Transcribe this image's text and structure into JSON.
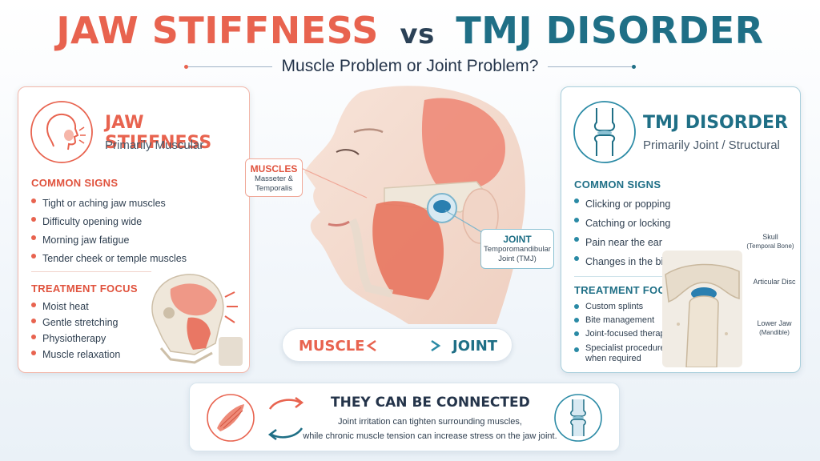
{
  "header": {
    "title_left": "JAW STIFFNESS",
    "title_vs": "vs",
    "title_right": "TMJ DISORDER",
    "subtitle": "Muscle Problem or Joint Problem?"
  },
  "left_panel": {
    "title": "JAW STIFFNESS",
    "subtitle": "Primarily Muscular",
    "signs_heading": "COMMON SIGNS",
    "signs": [
      "Tight or aching jaw muscles",
      "Difficulty opening wide",
      "Morning jaw fatigue",
      "Tender cheek or temple muscles"
    ],
    "treatment_heading": "TREATMENT FOCUS",
    "treatments": [
      "Moist heat",
      "Gentle stretching",
      "Physiotherapy",
      "Muscle relaxation"
    ]
  },
  "right_panel": {
    "title": "TMJ DISORDER",
    "subtitle": "Primarily Joint / Structural",
    "signs_heading": "COMMON SIGNS",
    "signs": [
      "Clicking or popping",
      "Catching or locking",
      "Pain near the ear",
      "Changes in the bite"
    ],
    "treatment_heading": "TREATMENT FOCUS",
    "treatments": [
      "Custom splints",
      "Bite management",
      "Joint-focused therapy",
      "Specialist procedures when required"
    ],
    "labels": {
      "skull": "Skull",
      "skull_sub": "(Temporal Bone)",
      "disc": "Articular Disc",
      "jaw": "Lower Jaw",
      "jaw_sub": "(Mandible)"
    }
  },
  "center": {
    "muscles_label": "MUSCLES",
    "muscles_sub1": "Masseter &",
    "muscles_sub2": "Temporalis",
    "joint_label": "JOINT",
    "joint_sub1": "Temporomandibular",
    "joint_sub2": "Joint (TMJ)",
    "muscle_word": "MUSCLE",
    "joint_word": "JOINT"
  },
  "bottom": {
    "title": "THEY CAN BE CONNECTED",
    "line1": "Joint irritation can tighten surrounding muscles,",
    "line2": "while chronic muscle tension can increase stress on the jaw joint."
  },
  "colors": {
    "muscle_accent": "#e8634f",
    "joint_accent": "#1f6f86"
  }
}
